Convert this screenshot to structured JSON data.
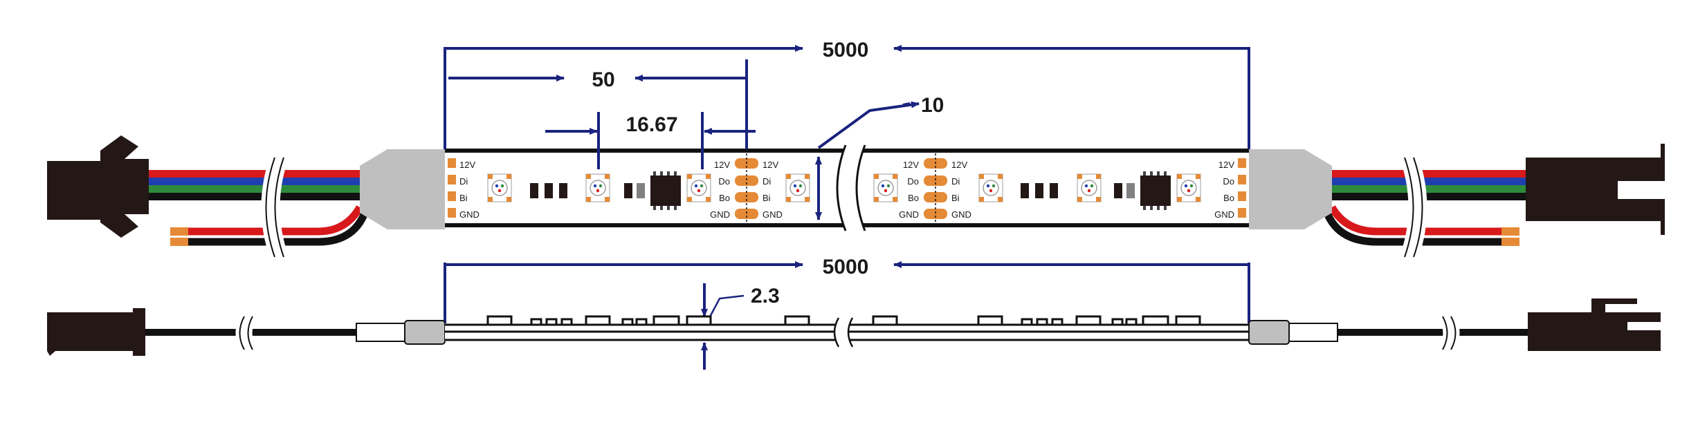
{
  "dimensions": {
    "total_length_top": "5000",
    "segment_pitch": "50",
    "led_pitch": "16.67",
    "strip_width": "10",
    "total_length_side": "5000",
    "thickness": "2.3"
  },
  "pad_labels": {
    "power": "12V",
    "data_in": "Di",
    "data_out": "Do",
    "backup_in": "Bi",
    "backup_out": "Bo",
    "ground": "GND"
  },
  "colors": {
    "dimension_line": "#1a237e",
    "wire_red": "#d7191c",
    "wire_blue": "#1f3fb0",
    "wire_green": "#2e8b3c",
    "wire_black": "#111111",
    "copper_pad": "#e58a36",
    "connector": "#231815",
    "end_cap": "#bfbfbf"
  },
  "icons": [
    "jst-male-connector",
    "jst-female-connector",
    "break-mark",
    "smd-led",
    "ic-chip",
    "resistor"
  ]
}
